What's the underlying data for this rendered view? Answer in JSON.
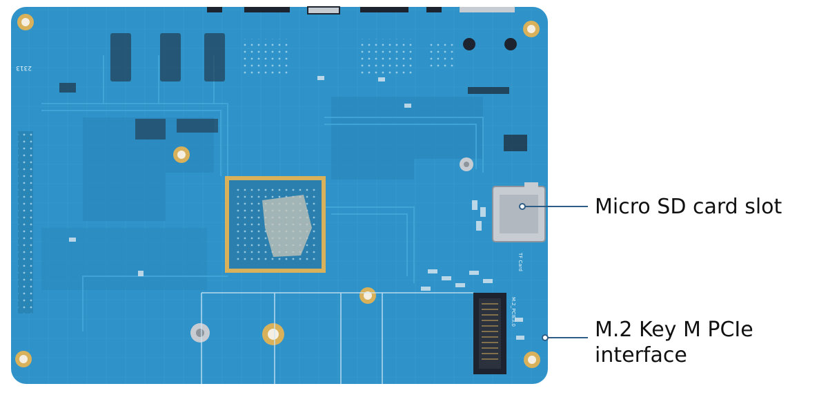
{
  "diagram": {
    "callouts": [
      {
        "id": "micro-sd",
        "lines": [
          "Micro SD card slot"
        ]
      },
      {
        "id": "m2",
        "lines": [
          "M.2 Key M PCIe",
          "interface"
        ]
      }
    ],
    "silkscreen": {
      "board_code": "2313",
      "sd_slot": "TF Card",
      "m2_slot": "M.2_PCIE3.0"
    },
    "colors": {
      "pcb": "#2f93c9",
      "pcb_dark": "#1f6f9d",
      "trace": "#3aa0d4",
      "pad_gold": "#d8b15a",
      "component": "#1d2430",
      "connector_metal": "#c7ccd2",
      "callout_line": "#2d5d86"
    }
  }
}
